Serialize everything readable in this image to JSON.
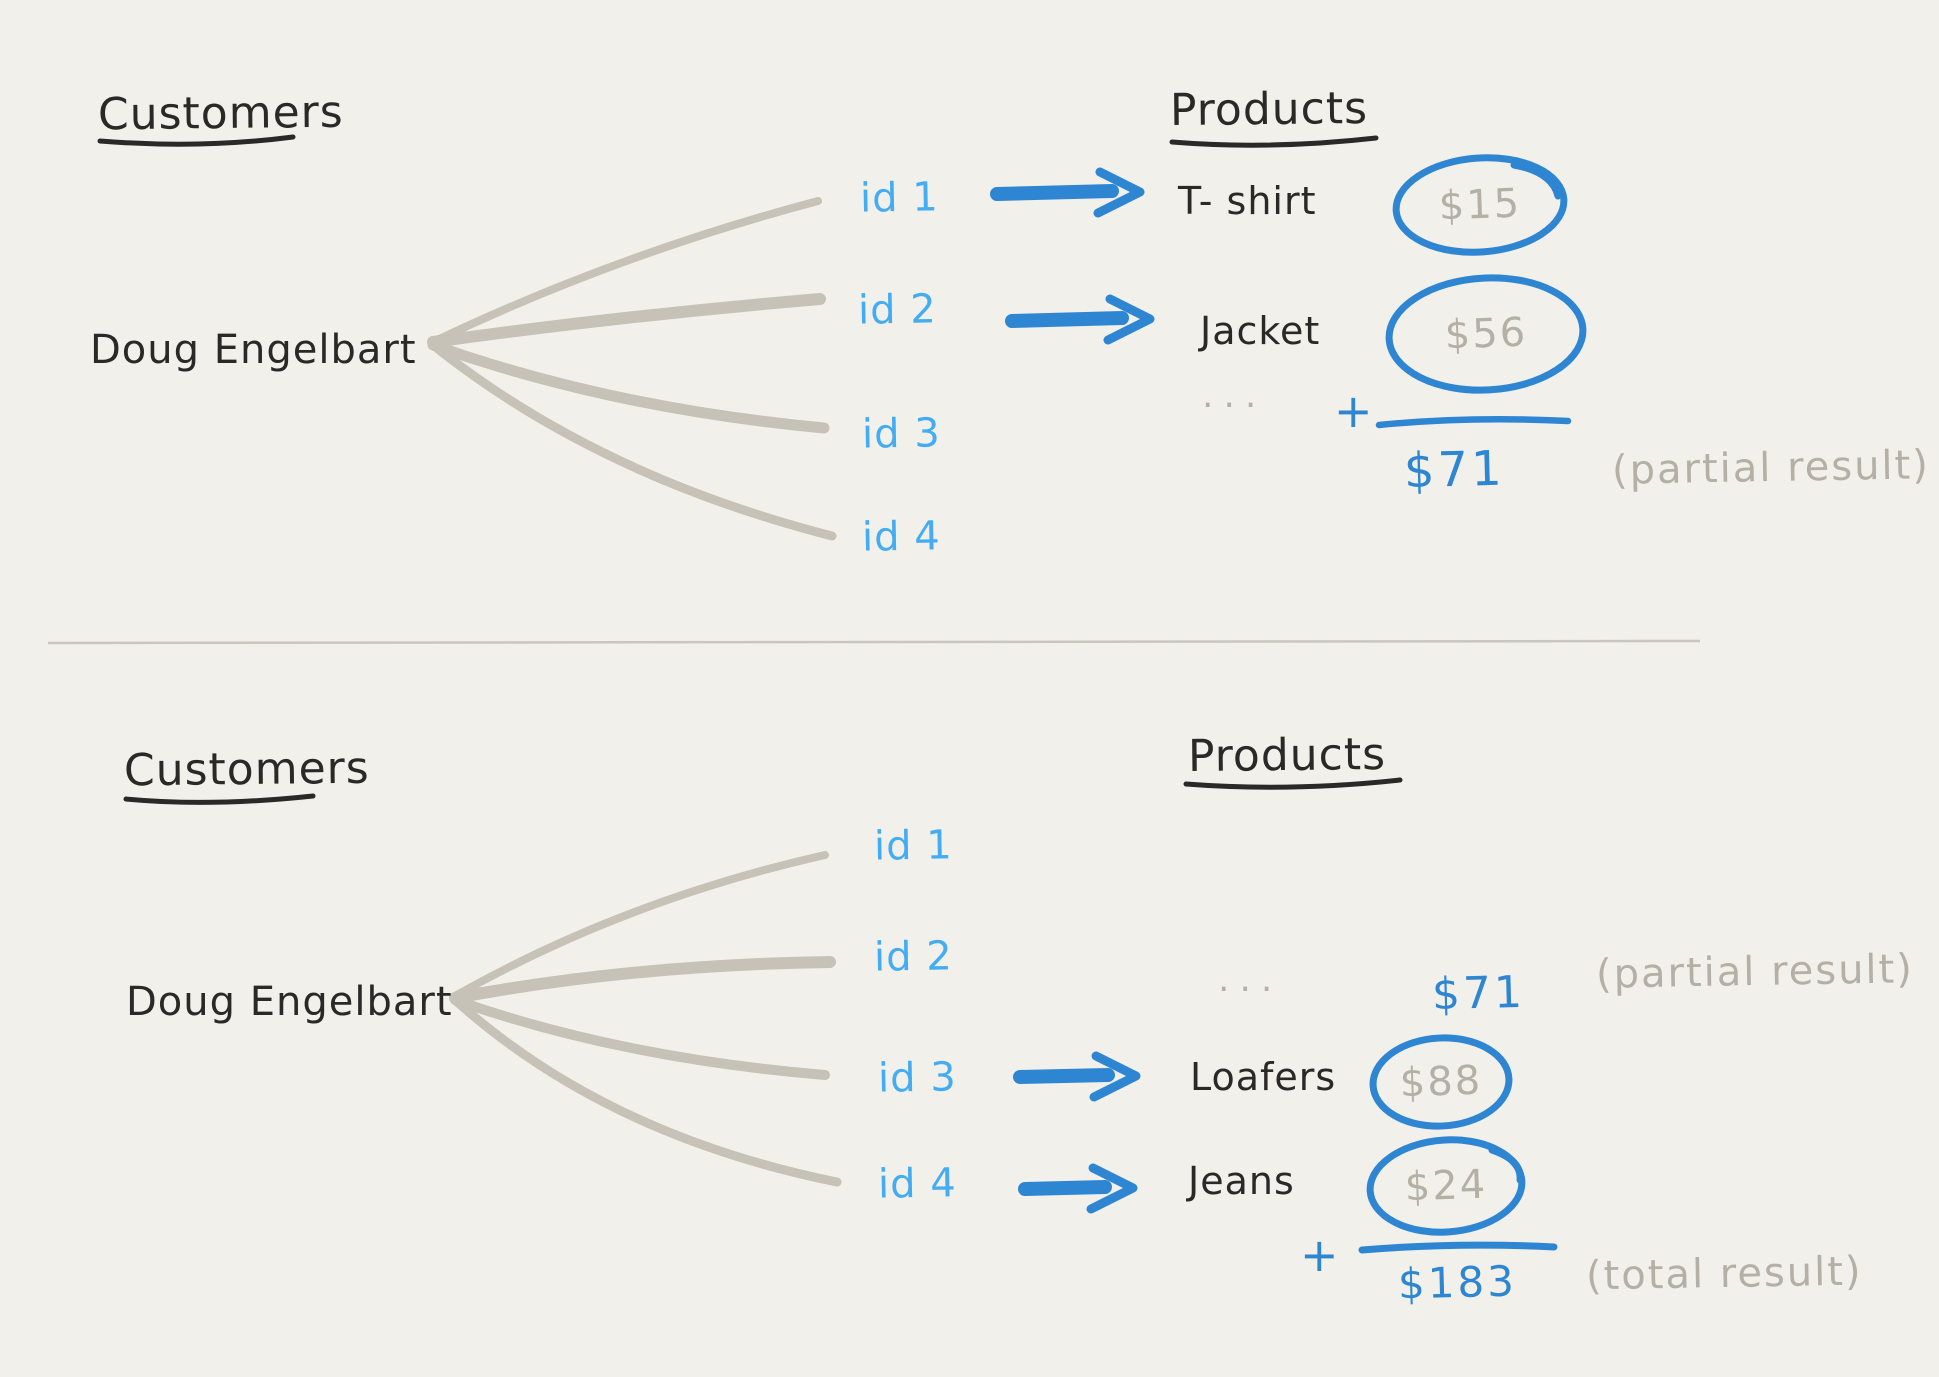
{
  "colors": {
    "background": "#f2f0ea",
    "ink": "#2b2927",
    "blue": "#2e86d2",
    "light_blue": "#43acf2",
    "gray_text": "#b5b0a6",
    "fan_line": "#c7c2b8",
    "divider": "#c9c6c0"
  },
  "top": {
    "customers_heading": "Customers",
    "customer_name": "Doug Engelbart",
    "products_heading": "Products",
    "ids": [
      "id 1",
      "id 2",
      "id 3",
      "id 4"
    ],
    "mappings": [
      {
        "id": "id 1",
        "product": "T- shirt",
        "price": "$15"
      },
      {
        "id": "id 2",
        "product": "Jacket",
        "price": "$56"
      }
    ],
    "ellipsis": "...",
    "plus": "+",
    "sum": "$71",
    "annotation": "(partial result)"
  },
  "bottom": {
    "customers_heading": "Customers",
    "customer_name": "Doug Engelbart",
    "products_heading": "Products",
    "ids": [
      "id 1",
      "id 2",
      "id 3",
      "id 4"
    ],
    "ellipsis": "...",
    "partial_sum": "$71",
    "partial_annotation": "(partial result)",
    "mappings": [
      {
        "id": "id 3",
        "product": "Loafers",
        "price": "$88"
      },
      {
        "id": "id 4",
        "product": "Jeans",
        "price": "$24"
      }
    ],
    "plus": "+",
    "sum": "$183",
    "annotation": "(total result)"
  }
}
